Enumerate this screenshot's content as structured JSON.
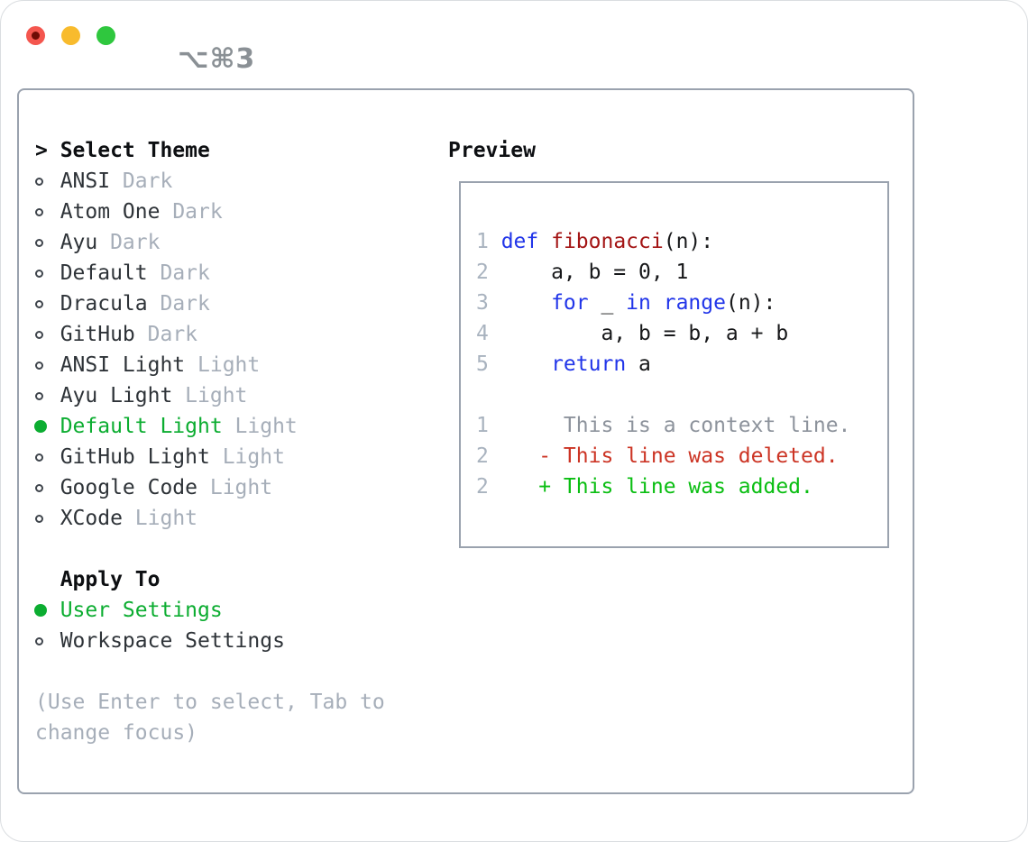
{
  "window": {
    "title": "⌥⌘3",
    "controls": [
      "close-button",
      "minimize-button",
      "zoom-button"
    ]
  },
  "theme_panel": {
    "header_prefix": ">",
    "header": "Select Theme",
    "items": [
      {
        "name": "ANSI",
        "tag": "Dark",
        "selected": false
      },
      {
        "name": "Atom One",
        "tag": "Dark",
        "selected": false
      },
      {
        "name": "Ayu",
        "tag": "Dark",
        "selected": false
      },
      {
        "name": "Default",
        "tag": "Dark",
        "selected": false
      },
      {
        "name": "Dracula",
        "tag": "Dark",
        "selected": false
      },
      {
        "name": "GitHub",
        "tag": "Dark",
        "selected": false
      },
      {
        "name": "ANSI Light",
        "tag": "Light",
        "selected": false
      },
      {
        "name": "Ayu Light",
        "tag": "Light",
        "selected": false
      },
      {
        "name": "Default Light",
        "tag": "Light",
        "selected": true
      },
      {
        "name": "GitHub Light",
        "tag": "Light",
        "selected": false
      },
      {
        "name": "Google Code",
        "tag": "Light",
        "selected": false
      },
      {
        "name": "XCode",
        "tag": "Light",
        "selected": false
      }
    ],
    "apply_to": {
      "header": "Apply To",
      "options": [
        {
          "name": "User Settings",
          "selected": true
        },
        {
          "name": "Workspace Settings",
          "selected": false
        }
      ]
    },
    "help": [
      "(Use Enter to select, Tab to",
      "change focus)"
    ]
  },
  "preview": {
    "title": "Preview",
    "code_lines": [
      {
        "num": "1",
        "tokens": [
          [
            "kw",
            "def"
          ],
          [
            "pl",
            " "
          ],
          [
            "fn",
            "fibonacci"
          ],
          [
            "pl",
            "(n):"
          ]
        ]
      },
      {
        "num": "2",
        "tokens": [
          [
            "pl",
            "    a, b = 0, 1"
          ]
        ]
      },
      {
        "num": "3",
        "tokens": [
          [
            "pl",
            "    "
          ],
          [
            "kw",
            "for"
          ],
          [
            "pl",
            " _ "
          ],
          [
            "kw",
            "in"
          ],
          [
            "pl",
            " "
          ],
          [
            "kw",
            "range"
          ],
          [
            "pl",
            "(n):"
          ]
        ]
      },
      {
        "num": "4",
        "tokens": [
          [
            "pl",
            "        a, b = b, a + b"
          ]
        ]
      },
      {
        "num": "5",
        "tokens": [
          [
            "pl",
            "    "
          ],
          [
            "kw",
            "return"
          ],
          [
            "pl",
            " a"
          ]
        ]
      },
      {
        "num": "",
        "tokens": []
      },
      {
        "num": "1",
        "tokens": [
          [
            "ctx",
            "     This is a context line."
          ]
        ]
      },
      {
        "num": "2",
        "tokens": [
          [
            "del",
            "   - This line was deleted."
          ]
        ]
      },
      {
        "num": "2",
        "tokens": [
          [
            "add",
            "   + This line was added."
          ]
        ]
      }
    ]
  },
  "colors": {
    "accent_green": "#0cad31",
    "added_green": "#0abe12",
    "deleted_red": "#cc3424",
    "keyword_blue": "#2135e9",
    "function_red": "#a31414",
    "muted_gray": "#a6aeb9",
    "panel_border": "#9aa2ae",
    "traffic_close": "#f4564e",
    "traffic_close_dot": "#6f0c05",
    "traffic_minimize": "#f8bb2d",
    "traffic_zoom": "#2fc73e",
    "title_gray": "#8a9095",
    "text_dark": "#2e3338",
    "line_number": "#a9b3bf",
    "context_gray": "#8d939c"
  }
}
